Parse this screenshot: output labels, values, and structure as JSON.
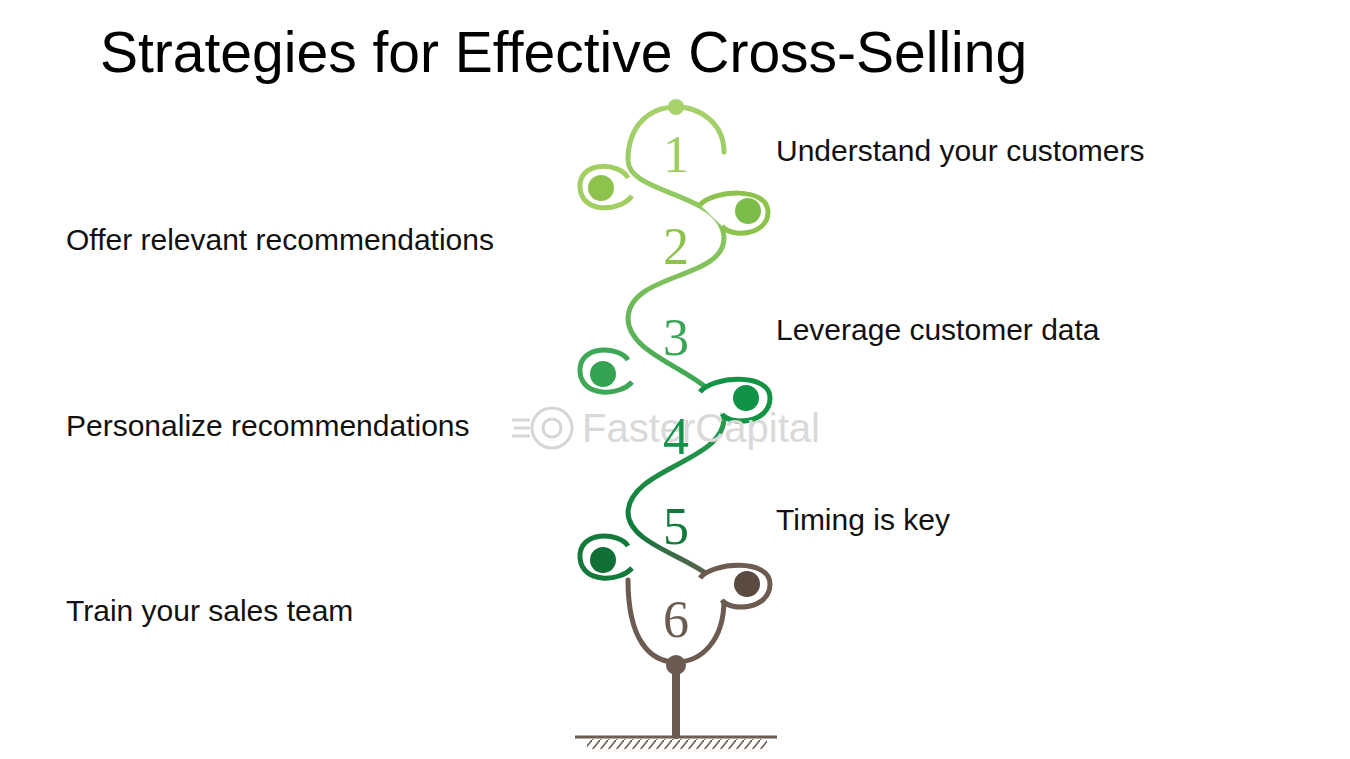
{
  "diagram": {
    "title": "Strategies for Effective Cross-Selling",
    "labels": [
      "1",
      "Understand your customers",
      "Offer relevant recommendations",
      "2",
      "3",
      "Leverage customer data",
      "Personalize recommendations",
      "FasterCapital",
      "4",
      "5",
      "Timing is key",
      "6",
      "Train your sales team"
    ]
  }
}
